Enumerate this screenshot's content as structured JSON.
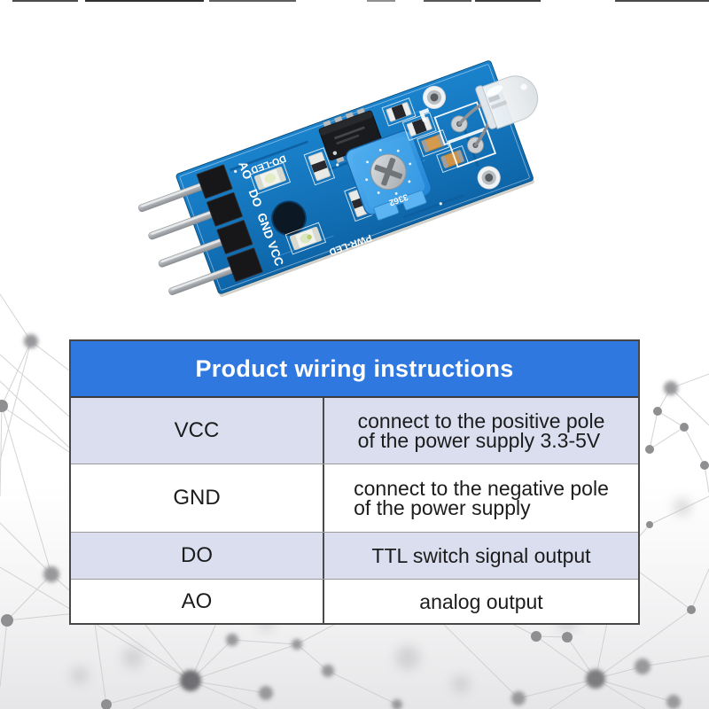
{
  "module": {
    "type": "photosensitive sensor PCB module",
    "pin_labels": [
      "AO",
      "DO",
      "GND",
      "VCC"
    ],
    "do_led_label": "DO-LED",
    "pwr_led_label": "PWR-LED",
    "pot_marking": "3362",
    "board_color": "#1377be",
    "trimmer_color": "#3ea0e8"
  },
  "table": {
    "title": "Product wiring instructions",
    "colors": {
      "header_bg": "#2e78e0",
      "header_text": "#ffffff",
      "alt_row_bg": "#dadeef",
      "row_bg": "#ffffff",
      "border": "#474747",
      "text": "#1c1c1c"
    },
    "rows": [
      {
        "pin": "VCC",
        "lines": [
          "connect to the positive pole",
          "of the power supply 3.3-5V"
        ]
      },
      {
        "pin": "GND",
        "lines": [
          "connect to the negative pole",
          "of the power supply"
        ]
      },
      {
        "pin": "DO",
        "lines": [
          "TTL switch signal output"
        ]
      },
      {
        "pin": "AO",
        "lines": [
          "analog output"
        ]
      }
    ]
  },
  "background": {
    "pattern": "polygon network of nodes and lines",
    "node_color": "#8f8f92",
    "line_color": "#cccccd"
  }
}
